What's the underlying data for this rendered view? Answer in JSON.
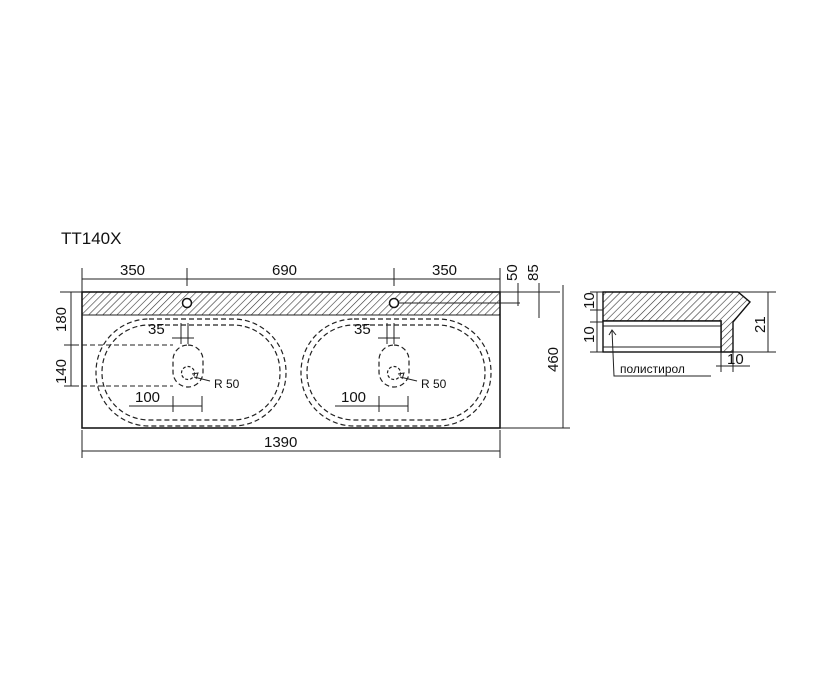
{
  "title": "TT140X",
  "top_dims": {
    "left": "350",
    "center": "690",
    "right": "350",
    "v50": "50",
    "v85": "85"
  },
  "left_dims": {
    "d180": "180",
    "d140": "140"
  },
  "height_dim": "460",
  "width_dim": "1390",
  "bowls": [
    {
      "offset": "35",
      "radius": "R 50",
      "spacing": "100"
    },
    {
      "offset": "35",
      "radius": "R 50",
      "spacing": "100"
    }
  ],
  "section": {
    "top10": "10",
    "left10": "10",
    "bottom10": "10",
    "right21": "21",
    "material": "полистирол"
  }
}
